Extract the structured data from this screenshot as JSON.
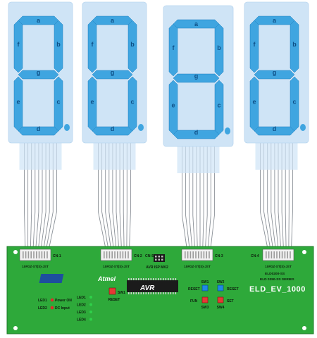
{
  "colors": {
    "panel": "#cfe4f6",
    "panel_edge": "#b9d6ef",
    "segment": "#3fa5e0",
    "segment_edge": "#1f7fbf",
    "segment_text": "#0e4f86",
    "wire": "#8a9097",
    "board": "#2ea93a",
    "board_edge": "#1f7a28",
    "connector": "#f1f1f1",
    "led_red": "#e02a2a",
    "led_green": "#2fd04a",
    "button_red": "#e53935",
    "button_blue": "#1e88e5",
    "label_text": "#0d1d0d",
    "board_text": "#ffffff"
  },
  "display": {
    "segment_labels": [
      "a",
      "b",
      "c",
      "d",
      "e",
      "f",
      "g"
    ]
  },
  "board": {
    "connectors": [
      {
        "label": "CN-1",
        "part": "10FDZ-ST(S)-JST"
      },
      {
        "label": "CN-2",
        "part": "10FDZ-ST(S)-JST"
      },
      {
        "label": "CN-3",
        "part": "10FDZ-ST(S)-JST"
      },
      {
        "label": "CN-4",
        "part": "10FDZ-ST(S)-JST"
      }
    ],
    "cn5_label": "CN-5",
    "isp_label": "AVR ISP MK2",
    "atmel_logo": "Atmel",
    "avr_logo": "AVR",
    "sw1": {
      "label": "SW1",
      "caption": "RESET"
    },
    "sw_group": {
      "sw1_label": "SW1",
      "sw2_label": "SW2",
      "reset_left": "RESET",
      "reset_right": "RESET",
      "fun_label": "FUN",
      "set_label": "SET",
      "sw3_label": "SW3",
      "sw4_label": "SW4"
    },
    "series": {
      "line1": "ELD0200-SS",
      "line2": "ELD 0350-SS SERIES"
    },
    "product": "ELD_EV_1000",
    "leds_left": [
      {
        "id": "LED1",
        "text": "Power ON"
      },
      {
        "id": "LED2",
        "text": "DC Input"
      }
    ],
    "leds_right": [
      "LED1",
      "LED2",
      "LED3",
      "LED4"
    ]
  }
}
